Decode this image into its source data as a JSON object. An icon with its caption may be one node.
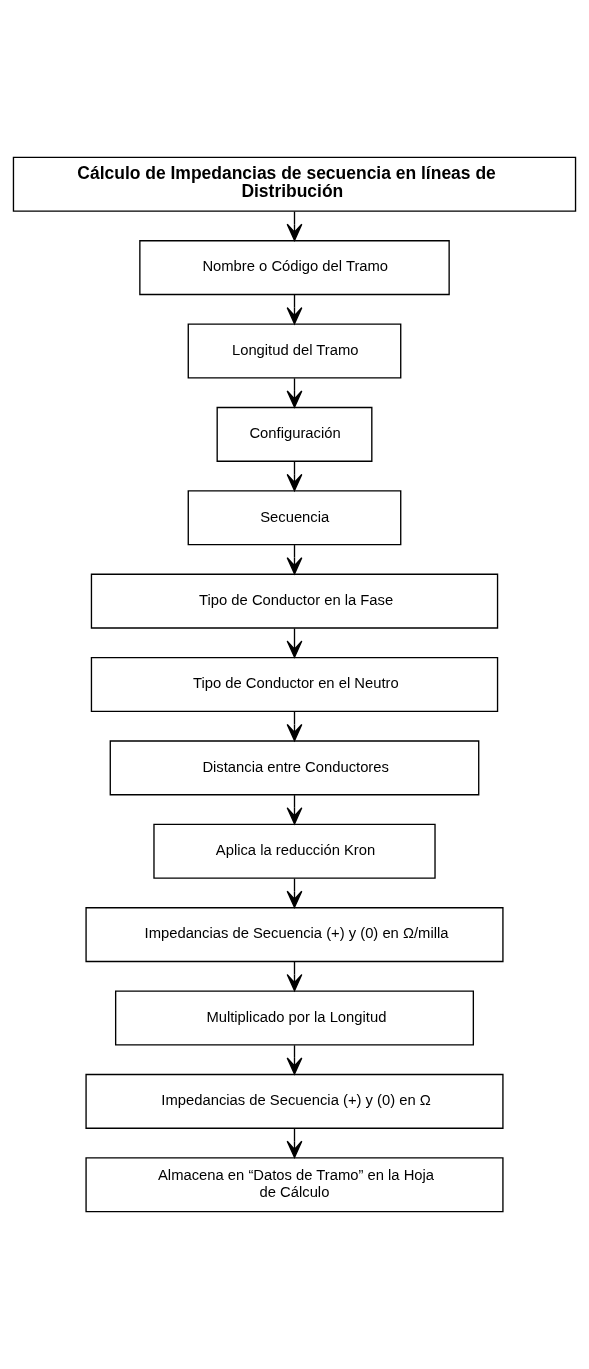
{
  "diagram": {
    "nodes": [
      {
        "text": [
          "Cálculo de Impedancias de secuencia en líneas de Distribución"
        ]
      },
      {
        "text": [
          "Nombre o Código del Tramo"
        ]
      },
      {
        "text": [
          "Longitud del Tramo"
        ]
      },
      {
        "text": [
          "Configuración"
        ]
      },
      {
        "text": [
          "Secuencia"
        ]
      },
      {
        "text": [
          "Tipo de Conductor en la Fase"
        ]
      },
      {
        "text": [
          "Tipo de Conductor en el Neutro"
        ]
      },
      {
        "text": [
          "Distancia entre Conductores"
        ]
      },
      {
        "text": [
          "Aplica la reducción Kron"
        ]
      },
      {
        "text": [
          "Impedancias de Secuencia (+) y (0) en Ω/milla"
        ]
      },
      {
        "text": [
          "Multiplicado por la Longitud"
        ]
      },
      {
        "text": [
          "Impedancias de Secuencia (+) y (0) en Ω"
        ]
      },
      {
        "text": [
          "Almacena en “Datos de Tramo” en la Hoja de Cálculo"
        ]
      }
    ],
    "edges": [
      {
        "from": 0,
        "to": 1,
        "arrow": "to"
      },
      {
        "from": 1,
        "to": 2,
        "arrow": "to"
      },
      {
        "from": 2,
        "to": 3,
        "arrow": "to"
      },
      {
        "from": 3,
        "to": 4,
        "arrow": "to"
      },
      {
        "from": 4,
        "to": 5,
        "arrow": "to"
      },
      {
        "from": 5,
        "to": 6,
        "arrow": "to"
      },
      {
        "from": 6,
        "to": 7,
        "arrow": "to"
      },
      {
        "from": 7,
        "to": 8,
        "arrow": "to"
      },
      {
        "from": 8,
        "to": 9,
        "arrow": "to"
      },
      {
        "from": 9,
        "to": 10,
        "arrow": "to"
      },
      {
        "from": 10,
        "to": 11,
        "arrow": "to"
      },
      {
        "from": 11,
        "to": 12,
        "arrow": "to"
      }
    ]
  }
}
